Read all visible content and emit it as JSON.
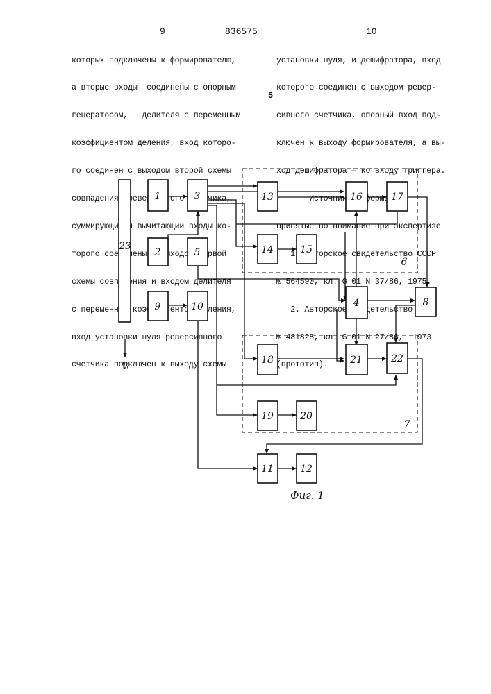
{
  "header": {
    "page_left": "9",
    "patent_number": "836575",
    "page_right": "10",
    "line_number": "5"
  },
  "left_column": [
    "которых подключены к формирователю,",
    "а вторые входы  соединены с опорным",
    "генератором,   делителя с переменным",
    "коэффициентом деления, вход которо-",
    "го соединен с выходом второй схемы",
    "совпадения, реверсивного счетчика,",
    "суммирующий и вычитающий входы ко-",
    "торого соединены с выходом первой",
    "схемы совпадения и входом делителя",
    "с переменным коэффициентом деления,",
    "вход установки нуля реверсивного",
    "счетчика подключен к выходу схемы"
  ],
  "right_column": [
    "установки нуля, и дешифратора, вход",
    "которого соединен с выходом ревер-",
    "сивного счетчика, опорный вход под-",
    "ключен к выходу формирователя, а вы-",
    "ход дешифратора — ко входу триггера.",
    "       Источники информации,",
    "принятые во внимание при экспертизе",
    "   1. Авторское свидетельство СССР",
    "№ 564590, кл. G 01 N 37/86, 1975.",
    "   2. Авторское свидетельство СССР",
    "№ 481828, кл. G 01 N 27/86,  1973",
    "(прототип)."
  ],
  "diagram": {
    "blocks": [
      "1",
      "2",
      "3",
      "4",
      "5",
      "6",
      "7",
      "8",
      "9",
      "10",
      "11",
      "12",
      "13",
      "14",
      "15",
      "16",
      "17",
      "18",
      "19",
      "20",
      "21",
      "22",
      "23"
    ],
    "velocity_label": "V",
    "caption": "Фиг. 1"
  }
}
